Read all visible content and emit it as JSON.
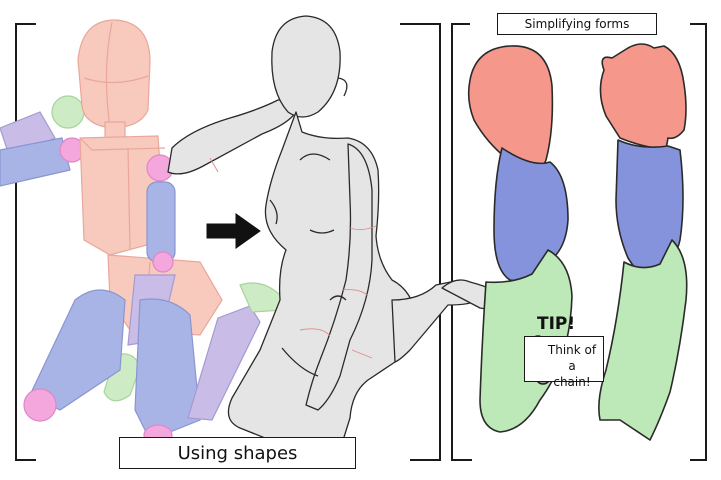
{
  "panels": {
    "right_title": "Simplifying forms",
    "left_caption": "Using shapes"
  },
  "tip": {
    "heading": "TIP!",
    "line1": "Think of a",
    "line2": "chain!"
  },
  "colors": {
    "head_red": "#f5978a",
    "torso_blue": "#8593dc",
    "leg_green": "#bde8b7",
    "mannequin_peach": "#f8c9bd",
    "joint_pink": "#f4a7dd",
    "limb_lavender": "#c9bde8",
    "figure_gray": "#e5e5e5",
    "line": "#2a2a2a"
  },
  "icons": [
    "right-arrow-icon",
    "chain-icon"
  ]
}
